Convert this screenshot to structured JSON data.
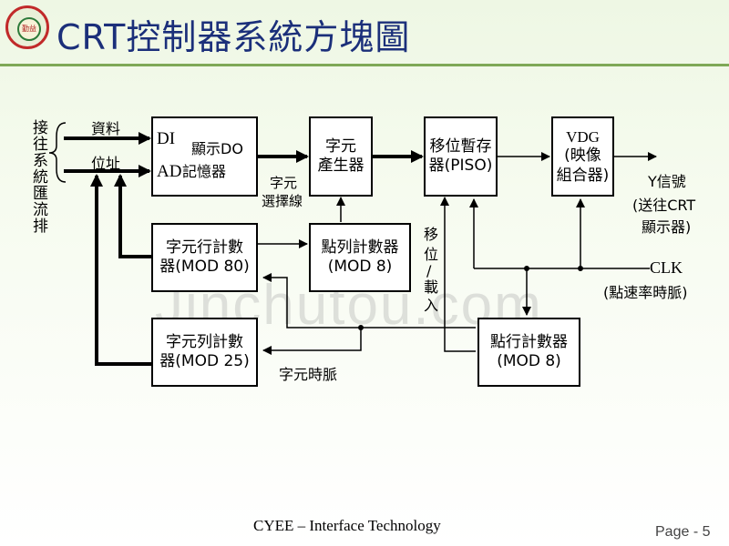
{
  "header": {
    "title": "CRT控制器系統方塊圖",
    "logo_text": "勤益",
    "accent_color": "#1b2f7a",
    "rule_color": "#7fa857"
  },
  "diagram": {
    "left_label": "接往系統匯流排",
    "inputs": {
      "data": "資料",
      "address": "位址"
    },
    "blocks": {
      "display_memory": {
        "di": "DI",
        "ad": "AD",
        "name_line1": "顯示DO",
        "name_line2": "記憶器"
      },
      "char_generator": {
        "line1": "字元",
        "line2": "產生器"
      },
      "shift_register": {
        "line1": "移位暫存",
        "line2": "器(PISO)"
      },
      "vdg": {
        "line1": "VDG",
        "line2": "(映像",
        "line3": "組合器)"
      },
      "char_row_counter": {
        "line1": "字元行計數",
        "line2": "器(MOD 80)"
      },
      "dot_row_counter": {
        "line1": "點列計數器",
        "line2": "(MOD 8)"
      },
      "char_col_counter": {
        "line1": "字元列計數",
        "line2": "器(MOD 25)"
      },
      "dot_col_counter": {
        "line1": "點行計數器",
        "line2": "(MOD 8)"
      }
    },
    "labels": {
      "char_select_line1": "字元",
      "char_select_line2": "選擇線",
      "shift_load_1": "移",
      "shift_load_2": "位",
      "shift_load_3": "/",
      "shift_load_4": "載",
      "shift_load_5": "入",
      "y_signal": "Y信號",
      "y_dest_line1": "(送往CRT",
      "y_dest_line2": "顯示器)",
      "clk": "CLK",
      "clk_desc": "(點速率時脈)",
      "char_clock": "字元時脈"
    }
  },
  "watermark": "Jinchutou.com",
  "footer": {
    "course": "CYEE – Interface Technology",
    "page": "Page - 5"
  }
}
